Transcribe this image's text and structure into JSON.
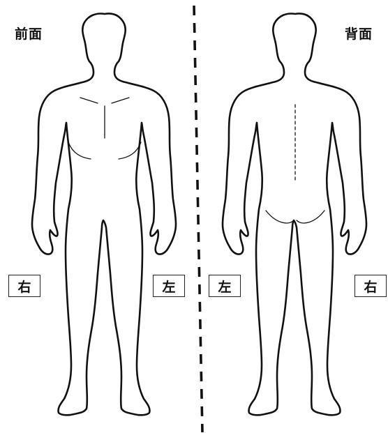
{
  "front": {
    "title": "前面",
    "right_label": "右",
    "left_label": "左"
  },
  "back": {
    "title": "背面",
    "left_label": "左",
    "right_label": "右"
  },
  "colors": {
    "line": "#111111",
    "background": "#ffffff"
  }
}
